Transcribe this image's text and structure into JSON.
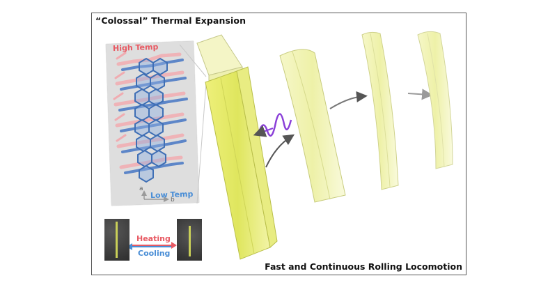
{
  "figure": {
    "title": "“Colossal” Thermal Expansion",
    "bottom_caption": "Fast and Continuous Rolling Locomotion",
    "lattice": {
      "high_label": "High Temp",
      "low_label": "Low Temp",
      "axis_a": "a",
      "axis_b": "b"
    },
    "thermal_cycle": {
      "heating_label": "Heating",
      "cooling_label": "Cooling"
    },
    "colors": {
      "high_temp": "#e85a63",
      "low_temp": "#4a8ed6",
      "crystal_fill": "#e3ea6f",
      "crystal_pale": "#f0f2b8",
      "wave": "#8a3fd8",
      "arrow": "#666666"
    }
  }
}
